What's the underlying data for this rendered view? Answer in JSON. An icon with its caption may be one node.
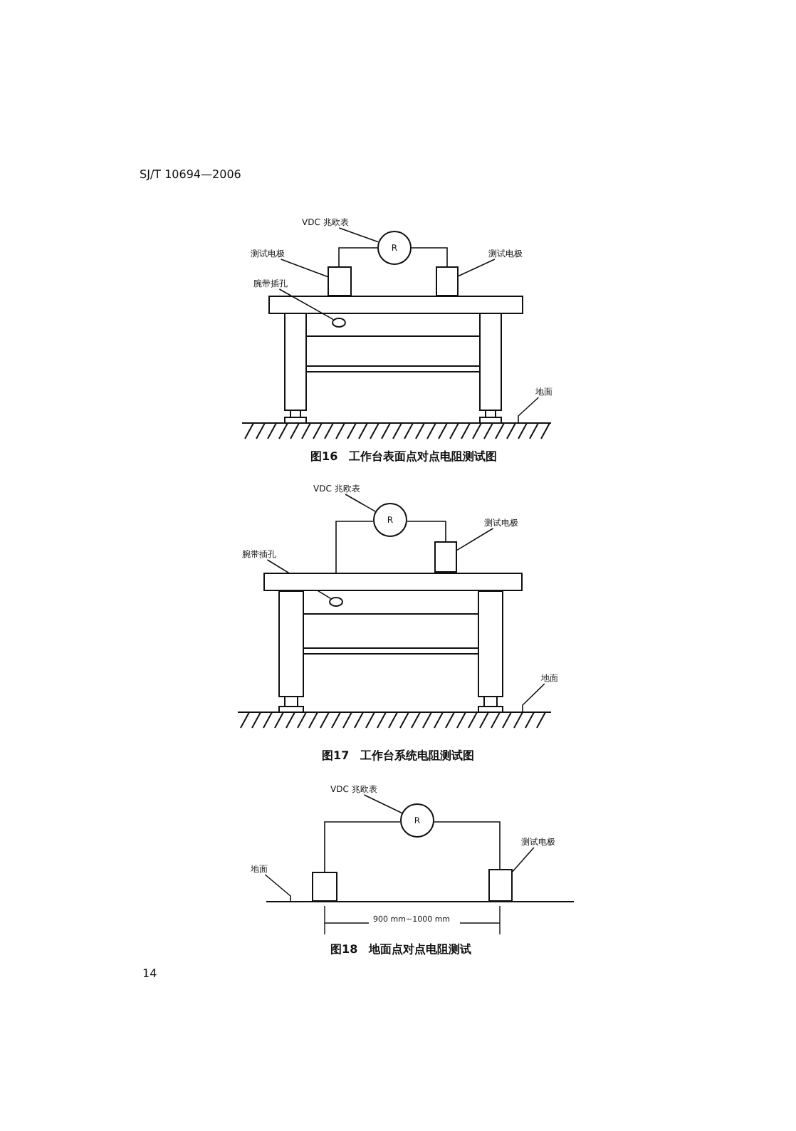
{
  "diagram": {
    "nodes": [
      {
        "text": [
          "VDC 兆欧表"
        ]
      },
      {
        "text": [
          "R"
        ]
      },
      {
        "text": [
          "测试电极"
        ]
      },
      {
        "text": [
          "测试电极"
        ]
      },
      {
        "text": [
          "腕带插孔"
        ]
      },
      {
        "text": [],
        "shape": "box"
      },
      {
        "text": [],
        "shape": "box"
      },
      {
        "text": [],
        "shape": "circle"
      },
      {
        "text": [
          "地面"
        ]
      },
      {
        "text": [
          "VDC 兆欧表"
        ]
      },
      {
        "text": [
          "R"
        ]
      },
      {
        "text": [
          "测试电极"
        ]
      },
      {
        "text": [
          "腕带插孔"
        ]
      },
      {
        "text": [],
        "shape": "box"
      },
      {
        "text": [],
        "shape": "box"
      },
      {
        "text": [],
        "shape": "circle"
      },
      {
        "text": [
          "地面"
        ]
      },
      {
        "text": [
          "VDC 兆欧表"
        ]
      },
      {
        "text": [
          "R"
        ]
      },
      {
        "text": [
          "地面"
        ]
      },
      {
        "text": [
          "测试电极"
        ]
      },
      {
        "text": [],
        "shape": "box"
      },
      {
        "text": [],
        "shape": "box"
      },
      {
        "text": [],
        "shape": "line"
      },
      {
        "text": [],
        "shape": "line"
      },
      {
        "text": [],
        "shape": "line"
      }
    ],
    "edges": [
      {
        "from": 0,
        "to": 1,
        "arrow": "none"
      },
      {
        "from": 1,
        "to": 5,
        "arrow": "none"
      },
      {
        "from": 1,
        "to": 6,
        "arrow": "none"
      },
      {
        "from": 2,
        "to": 5,
        "arrow": "none"
      },
      {
        "from": 3,
        "to": 6,
        "arrow": "none"
      },
      {
        "from": 4,
        "to": 7,
        "arrow": "none"
      },
      {
        "from": 8,
        "to": 23,
        "arrow": "none"
      },
      {
        "from": 9,
        "to": 10,
        "arrow": "none"
      },
      {
        "from": 10,
        "to": 13,
        "arrow": "none"
      },
      {
        "from": 10,
        "to": 14,
        "arrow": "none"
      },
      {
        "from": 11,
        "to": 14,
        "arrow": "none"
      },
      {
        "from": 12,
        "to": 15,
        "arrow": "none"
      },
      {
        "from": 16,
        "to": 24,
        "arrow": "none"
      },
      {
        "from": 17,
        "to": 18,
        "arrow": "none"
      },
      {
        "from": 18,
        "to": 21,
        "arrow": "none"
      },
      {
        "from": 18,
        "to": 22,
        "arrow": "none"
      },
      {
        "from": 19,
        "to": 25,
        "arrow": "none"
      },
      {
        "from": 20,
        "to": 22,
        "arrow": "none"
      }
    ],
    "labels": [
      "SJ/T 10694—2006",
      "图16　工作台表面点对点电阻测试图",
      "图17　工作台系统电阻测试图",
      "900 mm~1000 mm",
      "图18　地面点对点电阻测试",
      "14"
    ]
  }
}
